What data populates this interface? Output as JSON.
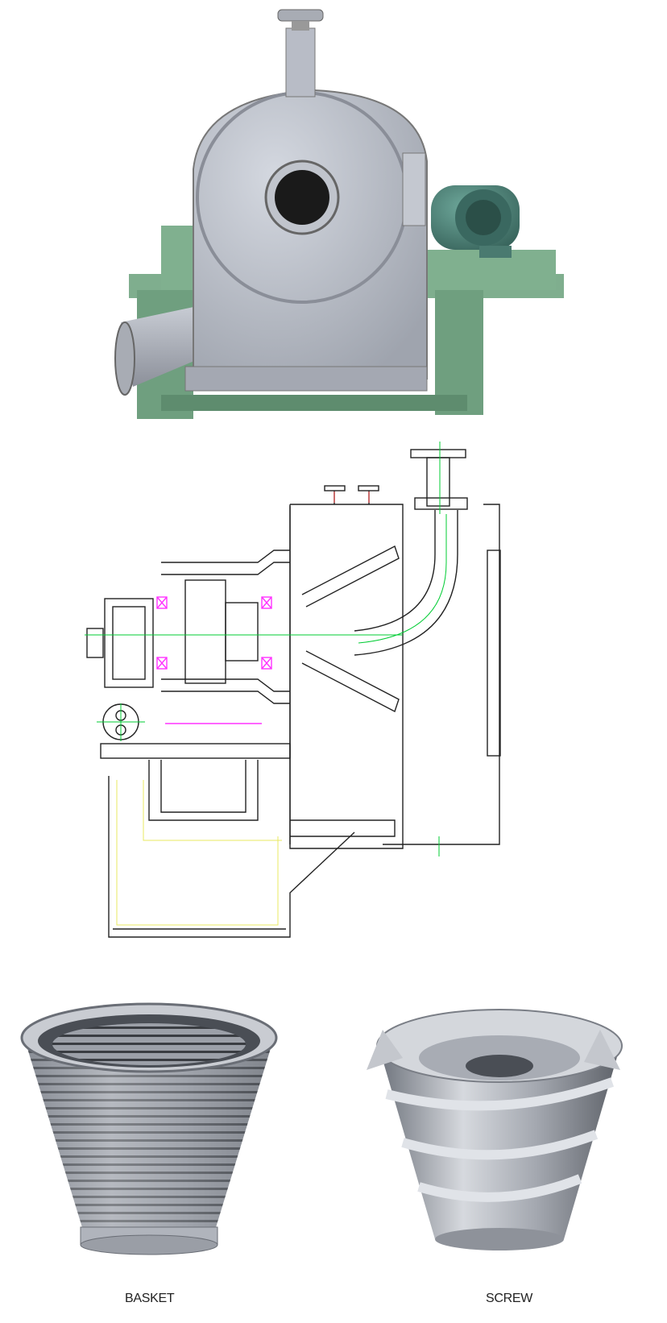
{
  "captions": {
    "basket": "BASKET",
    "screw": "SCREW"
  },
  "colors": {
    "frame_green": "#7fae8e",
    "housing_gray": "#b8bcc6",
    "motor_teal": "#4f8a7f",
    "cad_green": "#00cc33",
    "cad_magenta": "#ff33ff",
    "cad_yellow": "#e8e860",
    "cad_black": "#222222"
  },
  "icons": {
    "machine_photo": "pusher-centrifuge-photo",
    "drawing": "cross-section-drawing-icon",
    "basket": "conical-basket-icon",
    "screw": "conical-screw-icon"
  }
}
